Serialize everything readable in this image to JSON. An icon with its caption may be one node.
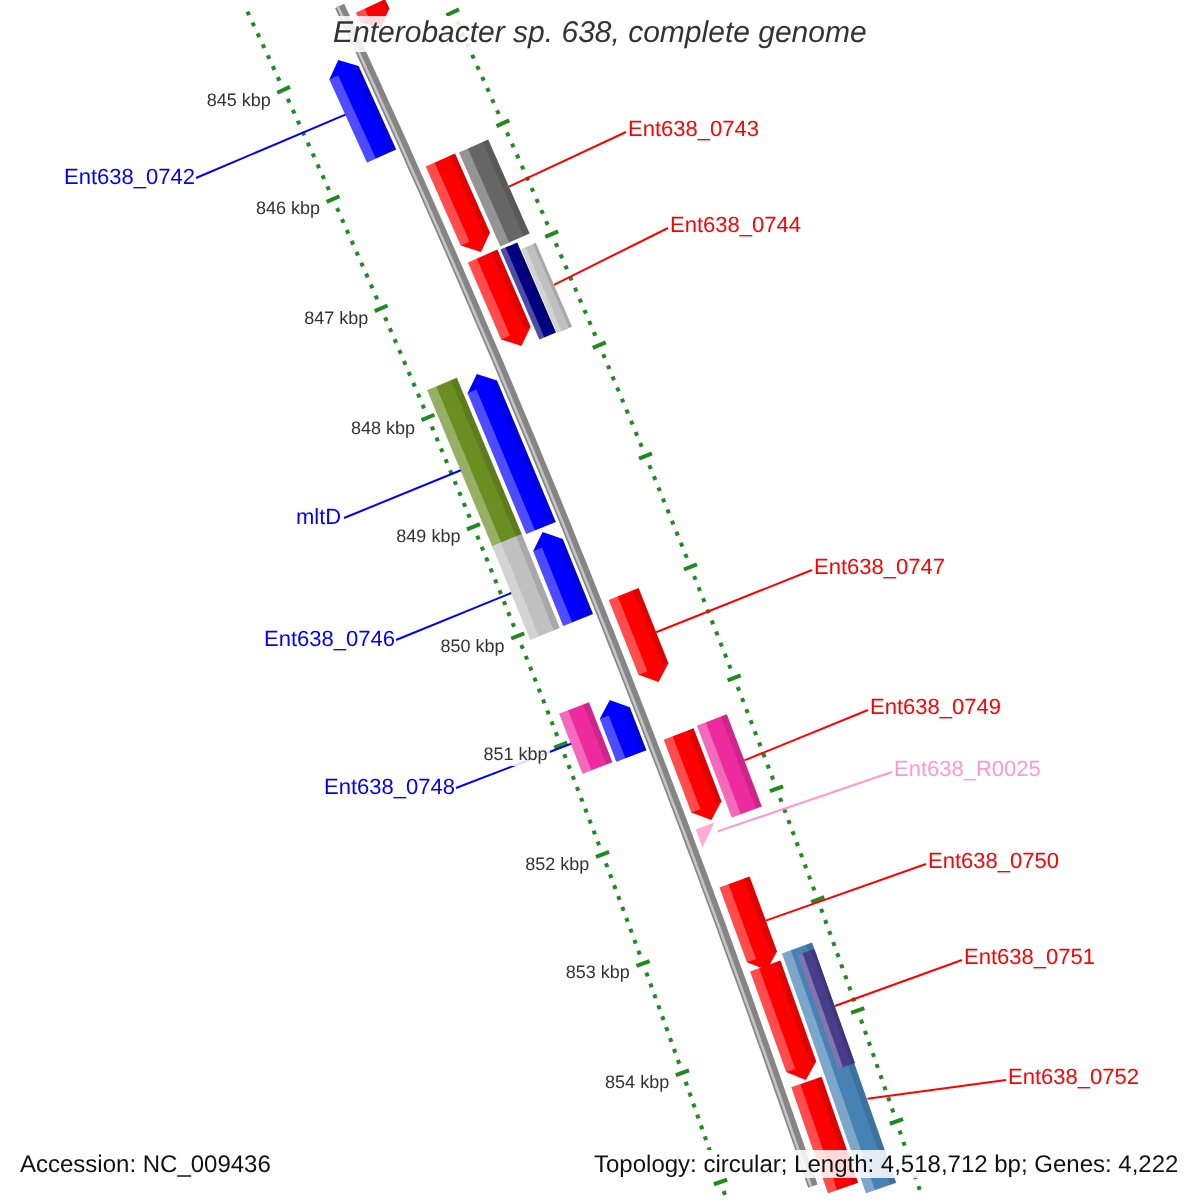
{
  "diagram": {
    "title": "Enterobacter sp. 638, complete genome",
    "nodes": [
      {
        "text": [
          "Ent638_0743"
        ]
      },
      {
        "text": [
          "Ent638_0742"
        ]
      },
      {
        "text": [
          "Ent638_0744"
        ]
      },
      {
        "text": [
          "mltD"
        ]
      },
      {
        "text": [
          "Ent638_0747"
        ]
      },
      {
        "text": [
          "Ent638_0746"
        ]
      },
      {
        "text": [
          "Ent638_0749"
        ]
      },
      {
        "text": [
          "Ent638_R0025"
        ]
      },
      {
        "text": [
          "Ent638_0748"
        ]
      },
      {
        "text": [
          "Ent638_0750"
        ]
      },
      {
        "text": [
          "Ent638_0751"
        ]
      },
      {
        "text": [
          "Ent638_0752"
        ]
      },
      {
        "text": [],
        "shape": "arrow"
      },
      {
        "text": [],
        "shape": "arrow"
      },
      {
        "text": [],
        "shape": "bar"
      },
      {
        "text": [],
        "shape": "arrow"
      },
      {
        "text": [],
        "shape": "bar"
      },
      {
        "text": [],
        "shape": "bar"
      },
      {
        "text": [],
        "shape": "arrow"
      },
      {
        "text": [],
        "shape": "arrow"
      },
      {
        "text": [],
        "shape": "bar"
      },
      {
        "text": [],
        "shape": "arrow"
      },
      {
        "text": [],
        "shape": "bar"
      },
      {
        "text": [],
        "shape": "arrow"
      },
      {
        "text": [],
        "shape": "arrow"
      },
      {
        "text": [],
        "shape": "bar"
      },
      {
        "text": [],
        "shape": "bar"
      },
      {
        "text": [],
        "shape": "arrow"
      },
      {
        "text": [],
        "shape": "triangle"
      },
      {
        "text": [],
        "shape": "arrow"
      },
      {
        "text": [],
        "shape": "bar"
      },
      {
        "text": [],
        "shape": "bar",
        "in": 30
      },
      {
        "text": [],
        "shape": "arrow"
      },
      {
        "text": [],
        "shape": "bar"
      }
    ],
    "edges": [
      {
        "from": 0,
        "to": 14,
        "arrow": "none"
      },
      {
        "from": 1,
        "to": 13,
        "arrow": "none",
        "color": "#0000ff"
      },
      {
        "from": 2,
        "to": 17,
        "arrow": "none"
      },
      {
        "from": 3,
        "to": 20,
        "arrow": "none",
        "color": "#0000ff"
      },
      {
        "from": 4,
        "to": 23,
        "arrow": "none"
      },
      {
        "from": 5,
        "to": 22,
        "arrow": "none",
        "color": "#0000ff"
      },
      {
        "from": 6,
        "to": 26,
        "arrow": "none"
      },
      {
        "from": 7,
        "to": 28,
        "arrow": "none",
        "color": "#ff99cc"
      },
      {
        "from": 8,
        "to": 25,
        "arrow": "none",
        "color": "#0000ff"
      },
      {
        "from": 9,
        "to": 29,
        "arrow": "none"
      },
      {
        "from": 10,
        "to": 31,
        "arrow": "none"
      },
      {
        "from": 11,
        "to": 30,
        "arrow": "none"
      }
    ],
    "labels": [
      "845 kbp",
      "846 kbp",
      "847 kbp",
      "848 kbp",
      "849 kbp",
      "850 kbp",
      "851 kbp",
      "852 kbp",
      "853 kbp",
      "854 kbp",
      "Accession: NC_009436",
      "Topology: circular; Length: 4,518,712 bp; Genes: 4,222"
    ]
  }
}
